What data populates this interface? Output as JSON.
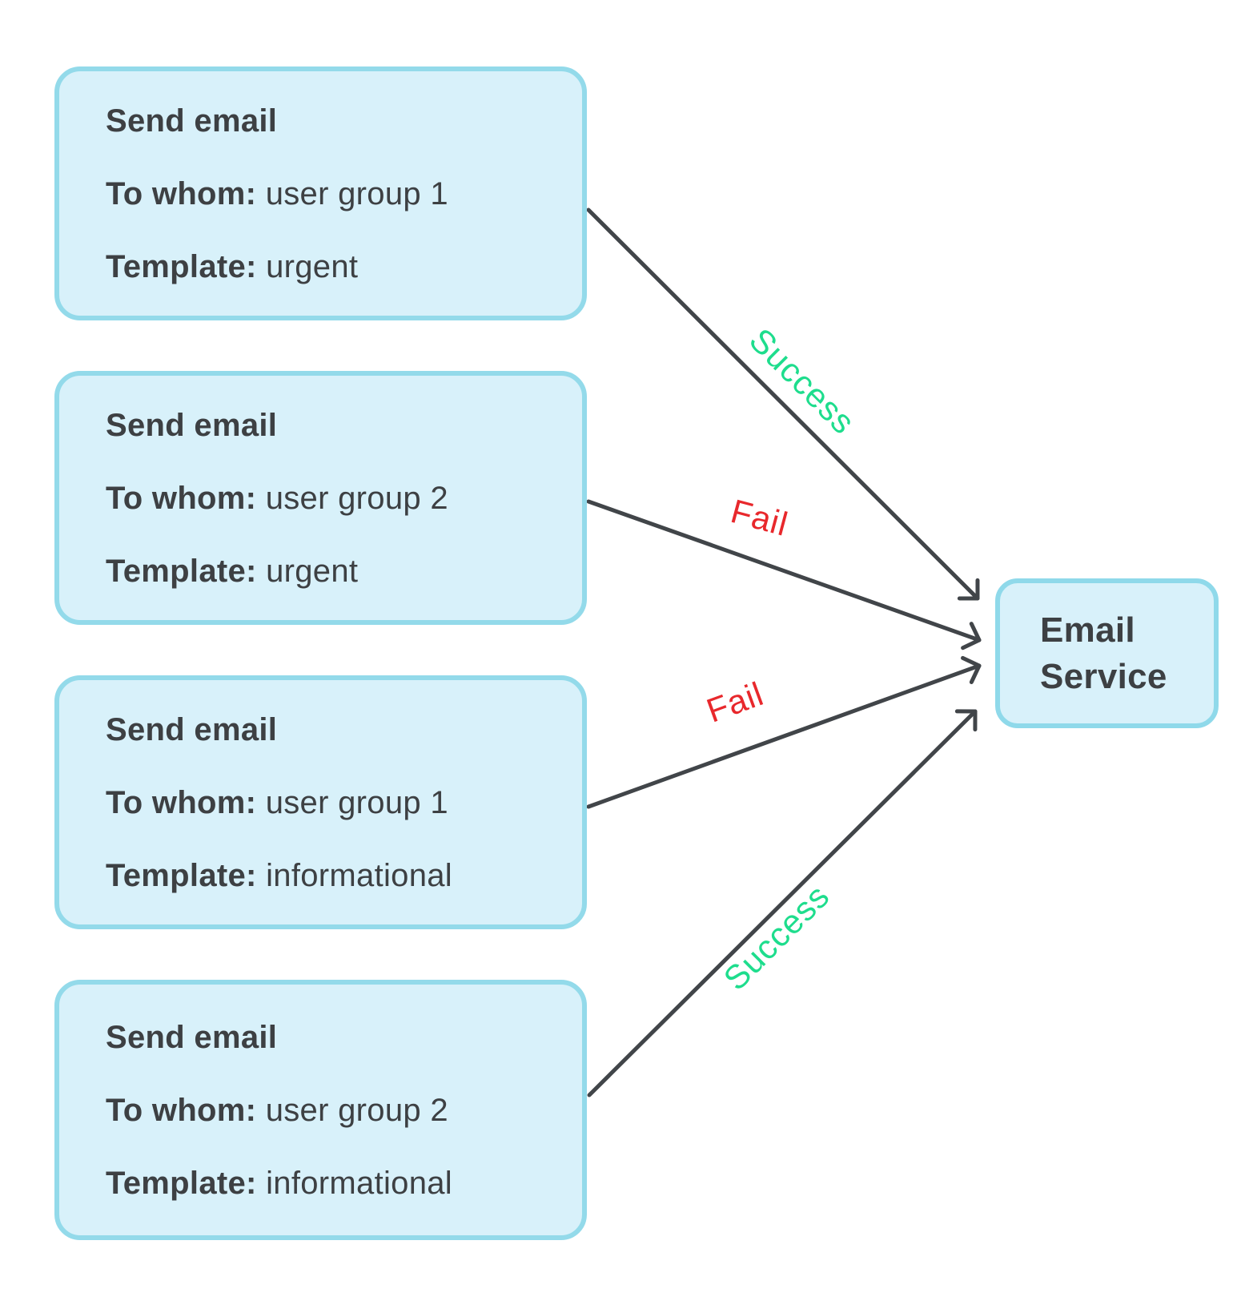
{
  "colors": {
    "background": "#ffffff",
    "box_fill": "#d8f1fa",
    "box_border": "#93daea",
    "text": "#3d4043",
    "arrow": "#414549",
    "success": "#1edd8d",
    "fail": "#e8282c"
  },
  "tasks": [
    {
      "title": "Send email",
      "to_label": "To whom:",
      "to_value": " user group 1",
      "template_label": "Template:",
      "template_value": " urgent"
    },
    {
      "title": "Send email",
      "to_label": "To whom:",
      "to_value": " user group 2",
      "template_label": "Template:",
      "template_value": " urgent"
    },
    {
      "title": "Send email",
      "to_label": "To whom:",
      "to_value": " user group 1",
      "template_label": "Template:",
      "template_value": " informational"
    },
    {
      "title": "Send email",
      "to_label": "To whom:",
      "to_value": " user group 2",
      "template_label": "Template:",
      "template_value": " informational"
    }
  ],
  "service": {
    "title_line1": "Email",
    "title_line2": "Service"
  },
  "edges": [
    {
      "from": "task-1",
      "to": "email-service",
      "label": "Success",
      "status": "success"
    },
    {
      "from": "task-2",
      "to": "email-service",
      "label": "Fail",
      "status": "fail"
    },
    {
      "from": "task-3",
      "to": "email-service",
      "label": "Fail",
      "status": "fail"
    },
    {
      "from": "task-4",
      "to": "email-service",
      "label": "Success",
      "status": "success"
    }
  ]
}
